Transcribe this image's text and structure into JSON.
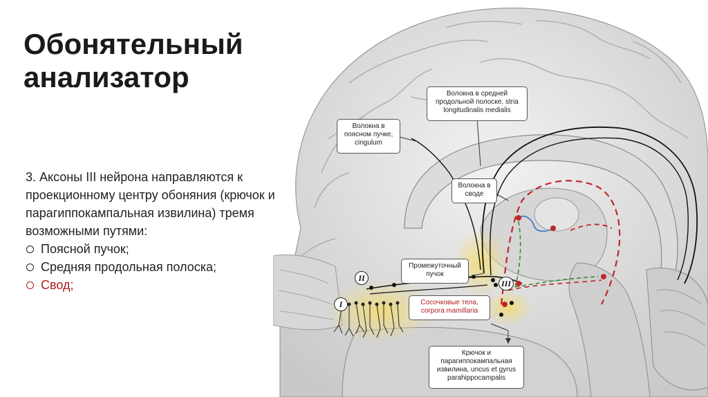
{
  "slide": {
    "title_line1": "Обонятельный",
    "title_line2": "анализатор",
    "intro": "3. Аксоны III нейрона направляются к проекционному центру обоняния (крючок и парагиппокампальная извилина) тремя возможными путями:",
    "bullets": [
      {
        "label": "Поясной пучок;",
        "highlight": false
      },
      {
        "label": "Средняя продольная полоска;",
        "highlight": false
      },
      {
        "label": "Свод;",
        "highlight": true
      }
    ]
  },
  "figure": {
    "labels": {
      "cingulum_l1": "Волокна в",
      "cingulum_l2": "поясном пучке,",
      "cingulum_l3": "cingulum",
      "stria_l1": "Волокна в средней",
      "stria_l2": "продольной полоске, stria",
      "stria_l3": "longitudinalis medialis",
      "fornix_l1": "Волокна в",
      "fornix_l2": "своде",
      "intermediate_l1": "Промежуточный",
      "intermediate_l2": "пучок",
      "mamillary_l1": "Сосочковые тела,",
      "mamillary_l2": "corpora mamillaria",
      "uncus_l1": "Крючок и",
      "uncus_l2": "парагиппокампальная",
      "uncus_l3": "извилина, uncus et gyrus",
      "uncus_l4": "parahippocampalis"
    },
    "neuron_marks": {
      "n1": "I",
      "n2": "II",
      "n3": "III"
    }
  },
  "colors": {
    "highlight": "#b01c1c",
    "brain_fill": "#e6e6e6",
    "olfactory_yellow": "#f2dc7a",
    "path_black": "#111111",
    "path_red": "#c0262b",
    "path_green": "#3c8c2e",
    "path_blue": "#3a6fc4"
  }
}
